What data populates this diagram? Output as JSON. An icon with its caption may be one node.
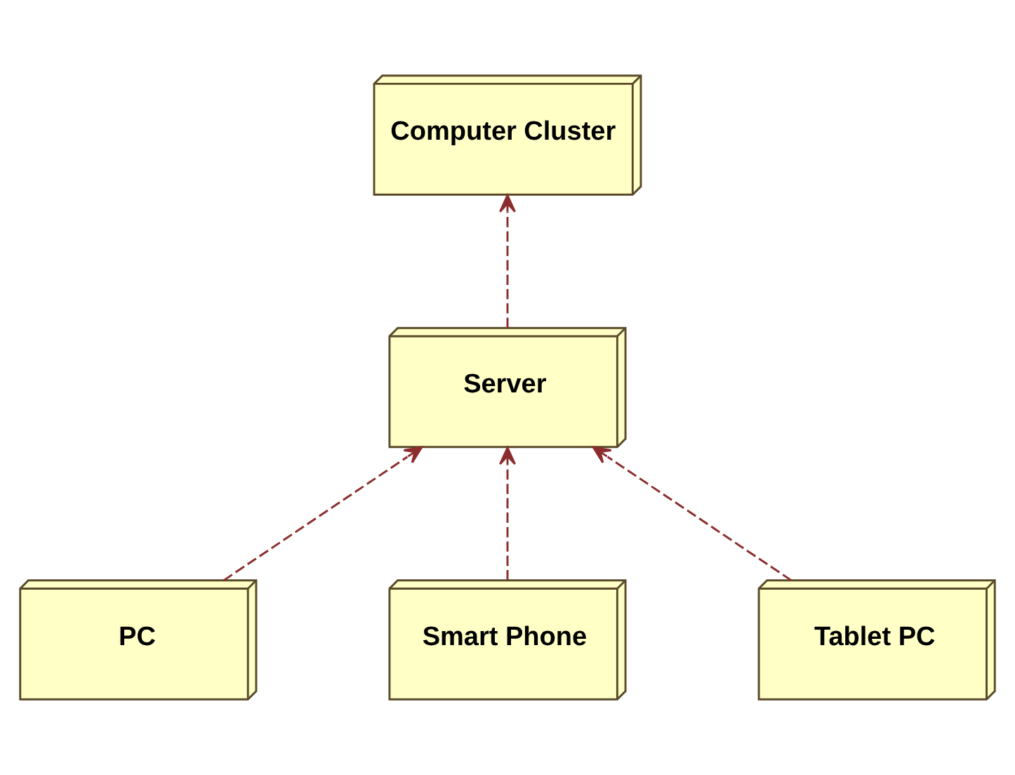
{
  "diagram": {
    "nodes": [
      {
        "text": [
          "Computer Cluster"
        ]
      },
      {
        "text": [
          "Server"
        ]
      },
      {
        "text": [
          "PC"
        ]
      },
      {
        "text": [
          "Smart Phone"
        ]
      },
      {
        "text": [
          "Tablet PC"
        ]
      }
    ],
    "edges": [
      {
        "from": 1,
        "to": 0,
        "arrow": "to",
        "style": "dashed"
      },
      {
        "from": 2,
        "to": 1,
        "arrow": "to",
        "style": "dashed"
      },
      {
        "from": 4,
        "to": 1,
        "arrow": "to",
        "style": "dashed"
      },
      {
        "from": 3,
        "to": 1,
        "arrow": "to",
        "style": "dashed"
      }
    ]
  }
}
